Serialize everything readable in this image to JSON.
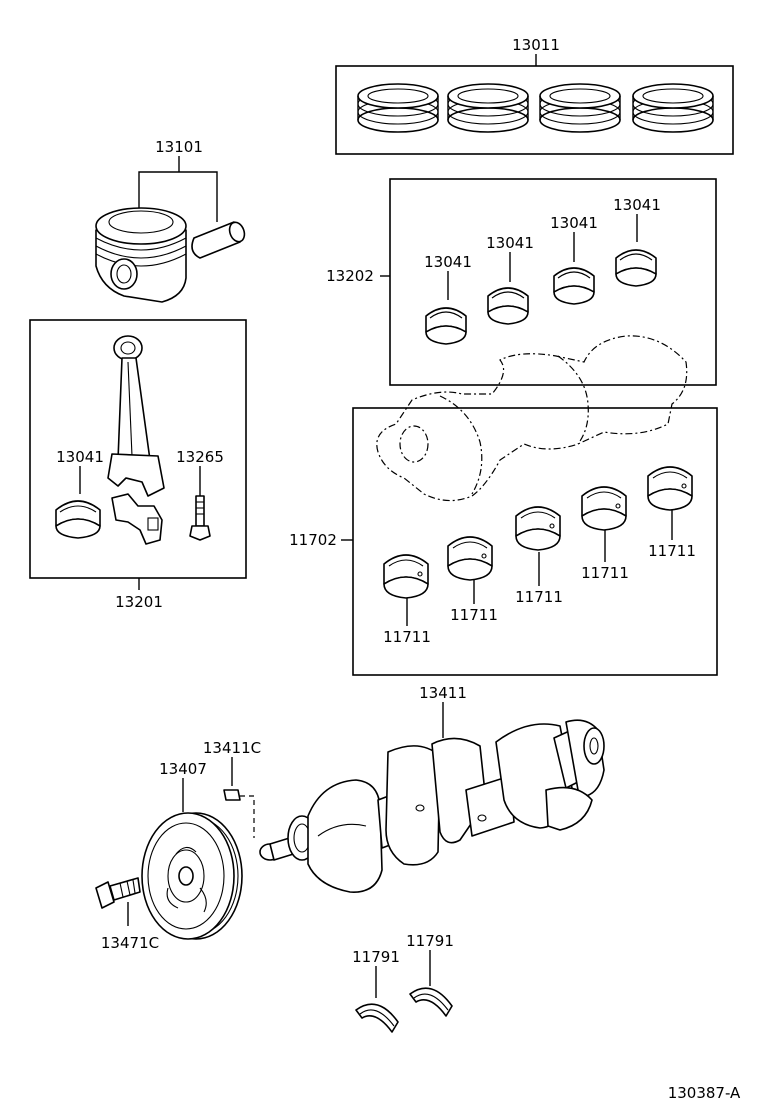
{
  "labels": {
    "piston_ring_set": "13011",
    "piston_sub_assy": "13101",
    "bearing_set_upper": "13202",
    "bearing_a": "13041",
    "bearing_b": "13041",
    "bearing_c": "13041",
    "bearing_d": "13041",
    "rod_bearing": "13041",
    "rod_bolt": "13265",
    "connecting_rod": "13201",
    "main_bearing_set": "11702",
    "main_bearing_1": "11711",
    "main_bearing_2": "11711",
    "main_bearing_3": "11711",
    "main_bearing_4": "11711",
    "main_bearing_5": "11711",
    "crankshaft": "13411",
    "key": "13411C",
    "pulley": "13407",
    "pulley_bolt": "13471C",
    "thrust_washer_1": "11791",
    "thrust_washer_2": "11791",
    "diagram_code": "130387-A"
  }
}
